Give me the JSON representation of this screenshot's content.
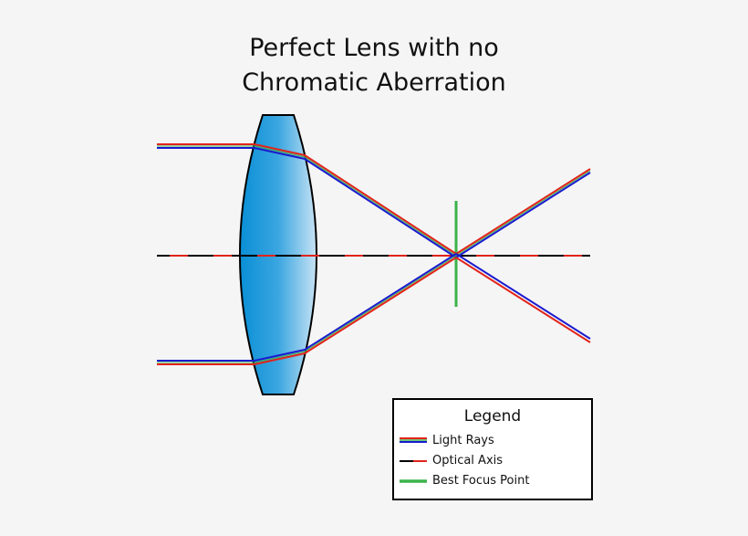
{
  "title": [
    "Perfect Lens with no",
    "Chromatic Aberration"
  ],
  "legend": {
    "title": "Legend",
    "items": [
      {
        "label": "Light Rays",
        "icon": "red-green-blue-line"
      },
      {
        "label": "Optical Axis",
        "icon": "black-red-dashed-line"
      },
      {
        "label": "Best Focus Point",
        "icon": "green-line"
      }
    ]
  },
  "colors": {
    "red": "#e2231a",
    "green": "#3cb34a",
    "blue": "#1a1ad0",
    "lens_dark": "#0a8fd6",
    "lens_light": "#c8e3f5",
    "axis": "#000000"
  }
}
